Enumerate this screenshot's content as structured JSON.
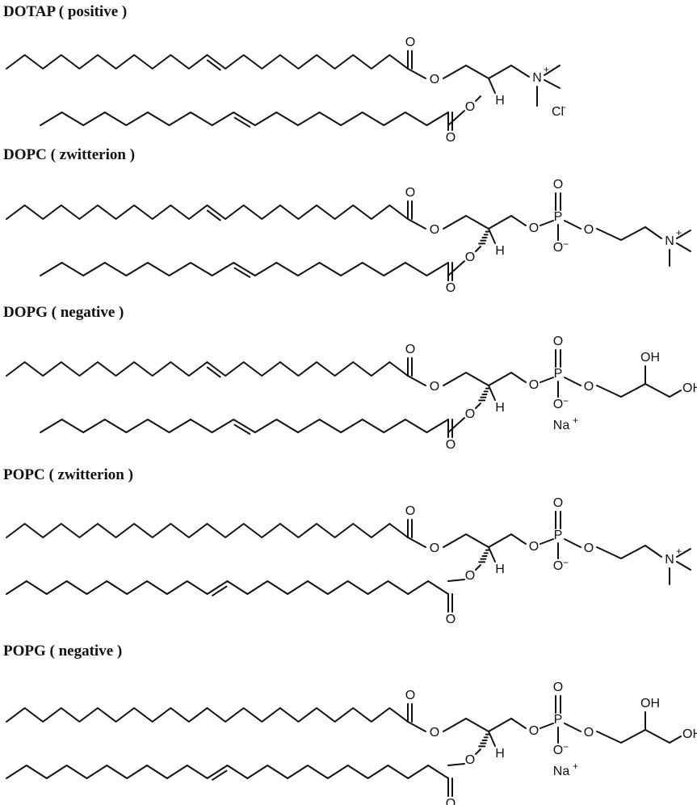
{
  "colors": {
    "ink": "#111111",
    "background": "#ffffff"
  },
  "panels": [
    {
      "title": "DOTAP ( positive )",
      "head": "trimethylammonium",
      "labels": {
        "ester_o1": "O",
        "carbonyl1": "O",
        "ester_o2": "O",
        "carbonyl2": "O",
        "h": "H",
        "n": "N",
        "n_charge": "+",
        "counterion": "Cl",
        "counterion_charge": "-"
      }
    },
    {
      "title": "DOPC ( zwitterion )",
      "head": "phosphocholine",
      "labels": {
        "ester_o1": "O",
        "carbonyl1": "O",
        "ester_o2": "O",
        "carbonyl2": "O",
        "h": "H",
        "p": "P",
        "p_o_top": "O",
        "p_o_left": "O",
        "p_o_right": "O",
        "p_o_bottom": "O",
        "o_charge": "−",
        "n": "N",
        "n_charge": "+"
      }
    },
    {
      "title": "DOPG ( negative )",
      "head": "phosphoglycerol",
      "labels": {
        "ester_o1": "O",
        "carbonyl1": "O",
        "ester_o2": "O",
        "carbonyl2": "O",
        "h": "H",
        "p": "P",
        "p_o_top": "O",
        "p_o_left": "O",
        "p_o_right": "O",
        "p_o_bottom": "O",
        "o_charge": "−",
        "oh1": "OH",
        "oh2": "OH",
        "counterion": "Na",
        "counterion_charge": "+"
      }
    },
    {
      "title": "POPC ( zwitterion )",
      "head": "phosphocholine",
      "labels": {
        "ester_o1": "O",
        "carbonyl1": "O",
        "ester_o2": "O",
        "carbonyl2": "O",
        "h": "H",
        "p": "P",
        "p_o_top": "O",
        "p_o_left": "O",
        "p_o_right": "O",
        "p_o_bottom": "O",
        "o_charge": "−",
        "n": "N",
        "n_charge": "+"
      }
    },
    {
      "title": "POPG ( negative )",
      "head": "phosphoglycerol",
      "labels": {
        "ester_o1": "O",
        "carbonyl1": "O",
        "ester_o2": "O",
        "carbonyl2": "O",
        "h": "H",
        "p": "P",
        "p_o_top": "O",
        "p_o_left": "O",
        "p_o_right": "O",
        "p_o_bottom": "O",
        "o_charge": "−",
        "oh1": "OH",
        "oh2": "OH",
        "counterion": "Na",
        "counterion_charge": "+"
      }
    }
  ]
}
